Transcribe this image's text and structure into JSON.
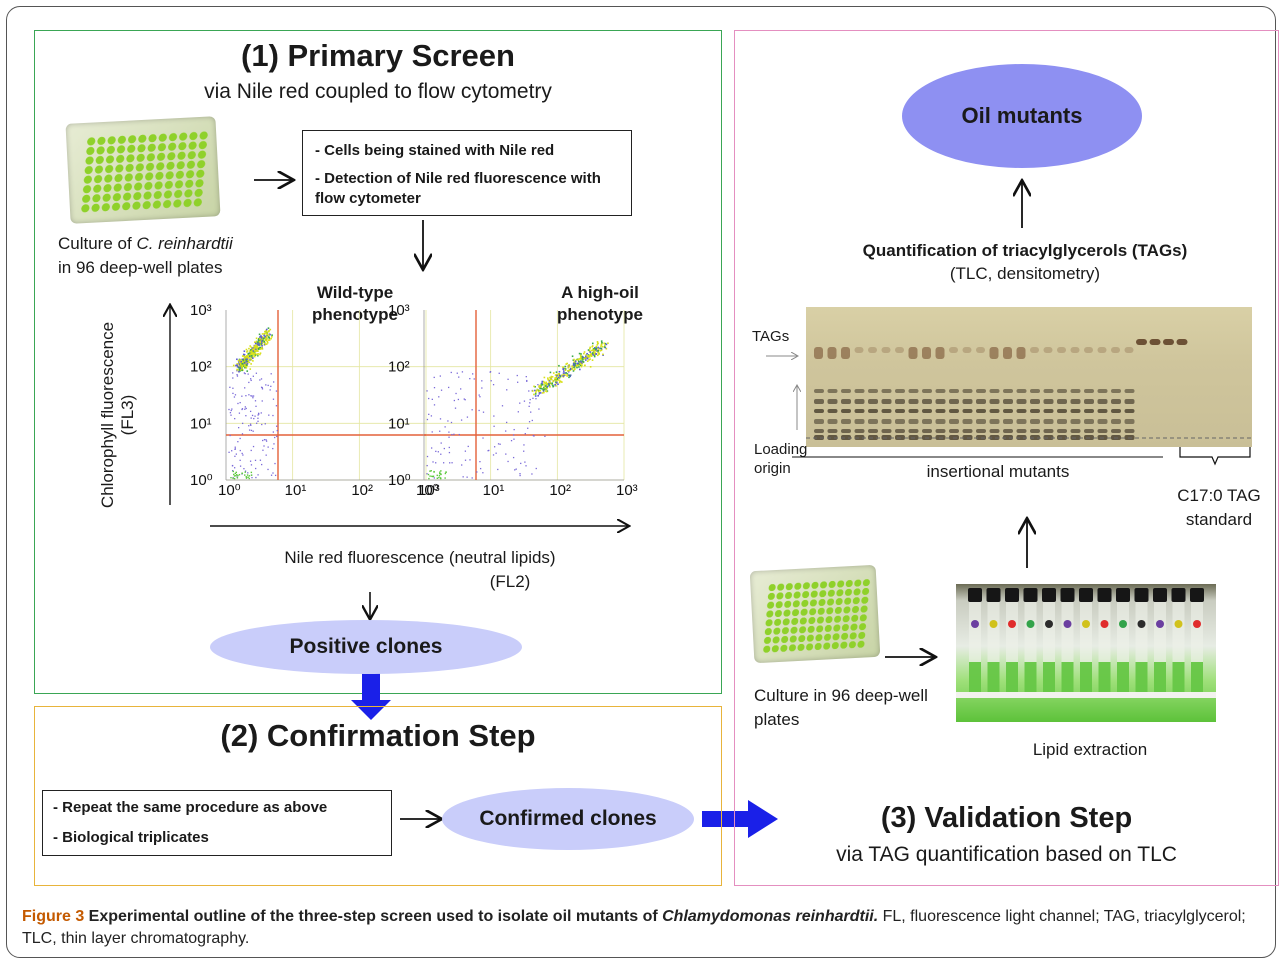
{
  "step1": {
    "title": "(1) Primary Screen",
    "subtitle": "via Nile red coupled to flow cytometry",
    "culture_label_1": "Culture of ",
    "culture_label_species": "C. reinhardtii",
    "culture_label_2": "in 96 deep-well plates",
    "box_line1": "- Cells being stained with Nile red",
    "box_line2": "- Detection of Nile red fluorescence with flow cytometer",
    "plot_wt_label": "Wild-type phenotype",
    "plot_ho_label": "A high-oil phenotype",
    "y_axis_label": "Chlorophyll fluorescence (FL3)",
    "x_axis_label_1": "Nile red fluorescence (neutral lipids)",
    "x_axis_label_2": "(FL2)",
    "ticks": [
      "10⁰",
      "10¹",
      "10²",
      "10³"
    ],
    "result": "Positive clones"
  },
  "step2": {
    "title": "(2) Confirmation Step",
    "box_line1": "- Repeat the same procedure as above",
    "box_line2": "- Biological triplicates",
    "result": "Confirmed clones"
  },
  "step3": {
    "title": "(3) Validation Step",
    "subtitle": "via TAG quantification based on TLC",
    "result": "Oil mutants",
    "quant_title": "Quantification of triacylglycerols (TAGs)",
    "quant_sub": "(TLC, densitometry)",
    "tags_label": "TAGs",
    "loading_label": "Loading origin",
    "mutants_label": "insertional mutants",
    "standard_label": "C17:0 TAG standard",
    "culture_label": "Culture in 96 deep-well plates",
    "extraction_label": "Lipid extraction"
  },
  "caption": {
    "figure_label": "Figure 3",
    "title": " Experimental outline of the three-step screen used to isolate oil mutants of ",
    "species": "Chlamydomonas reinhardtii.",
    "rest": " FL, fluorescence light channel; TAG, triacylglycerol; TLC, thin layer chromatography."
  },
  "colors": {
    "ellipse_light": "#c9cdfa",
    "ellipse_dark": "#8e90f2",
    "big_arrow": "#1a20e8",
    "panel1_border": "#3aa655",
    "panel2_border": "#e8b43b",
    "panel3_border": "#e48fc0"
  }
}
